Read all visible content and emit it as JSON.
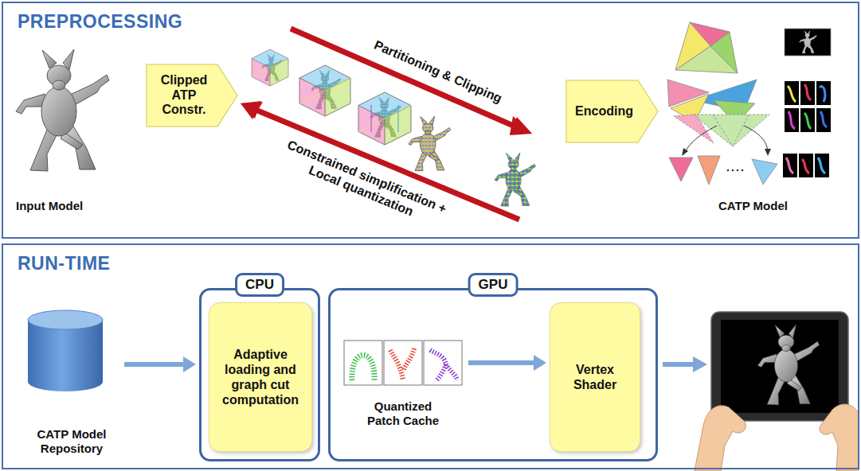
{
  "diagram": {
    "nodes": [
      {
        "text": [
          "PREPROCESSING"
        ]
      },
      {
        "text": [
          "Clipped ATP Constr."
        ],
        "in": 0
      },
      {
        "text": [
          "Encoding"
        ],
        "in": 0
      },
      {
        "text": [
          "RUN-TIME"
        ]
      },
      {
        "text": [
          "CATP Model Repository"
        ],
        "in": 3
      },
      {
        "text": [
          "CPU"
        ],
        "in": 3
      },
      {
        "text": [
          "Adaptive loading and graph cut computation"
        ],
        "in": 5
      },
      {
        "text": [
          "GPU"
        ],
        "in": 3
      },
      {
        "text": [
          "Quantized Patch Cache"
        ],
        "in": 7
      },
      {
        "text": [
          "Vertex Shader"
        ],
        "in": 7
      }
    ],
    "edges": [
      {
        "from": 4,
        "to": 5,
        "arrow": "to"
      },
      {
        "from": 8,
        "to": 9,
        "arrow": "to"
      }
    ],
    "labels": [
      "Input Model",
      "Partitioning & Clipping",
      "Constrained simplification + Local quantization",
      "CATP Model"
    ]
  }
}
